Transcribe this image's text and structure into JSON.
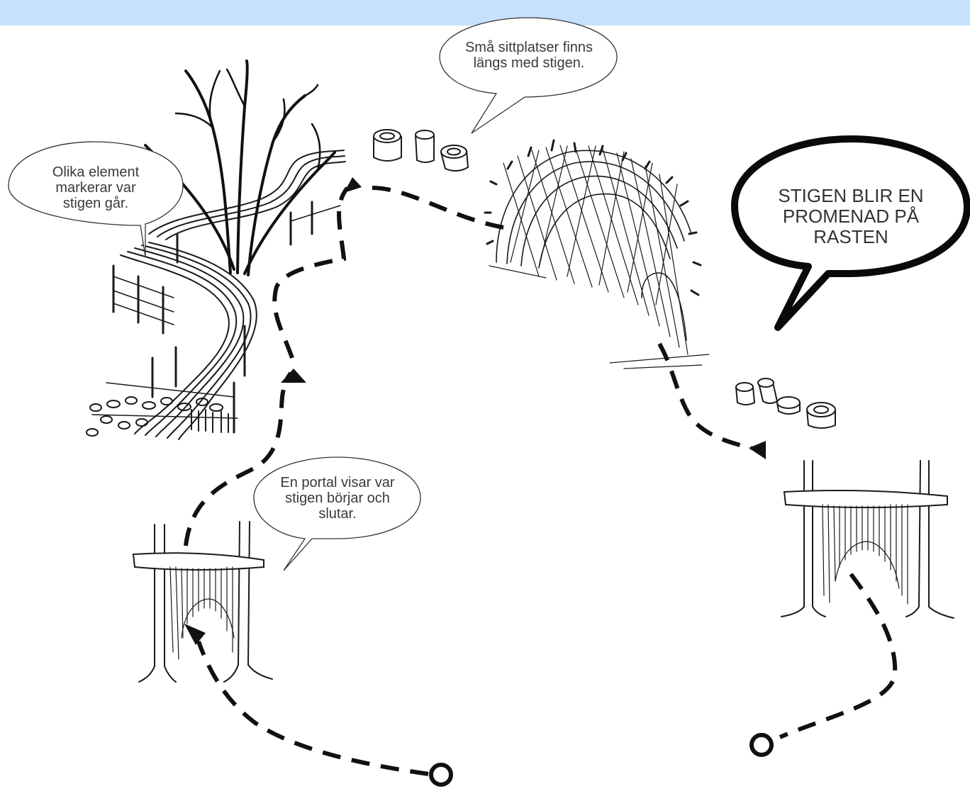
{
  "colors": {
    "top_bar": "#c5e1fb",
    "path": "#111111",
    "sketch": "#1a1a1a"
  },
  "callouts": {
    "seats": "Små sittplatser finns längs med stigen.",
    "elements": "Olika element markerar var stigen går.",
    "portal": "En portal visar var stigen börjar och slutar.",
    "headline": "STIGEN BLIR EN PROMENAD PÅ RASTEN"
  },
  "illustrations": [
    "winding-fenced-path",
    "bare-tree",
    "log-seats",
    "willow-tunnel",
    "willow-portal-start",
    "willow-portal-end"
  ],
  "markers": [
    "start-circle",
    "end-circle",
    "direction-arrow"
  ]
}
